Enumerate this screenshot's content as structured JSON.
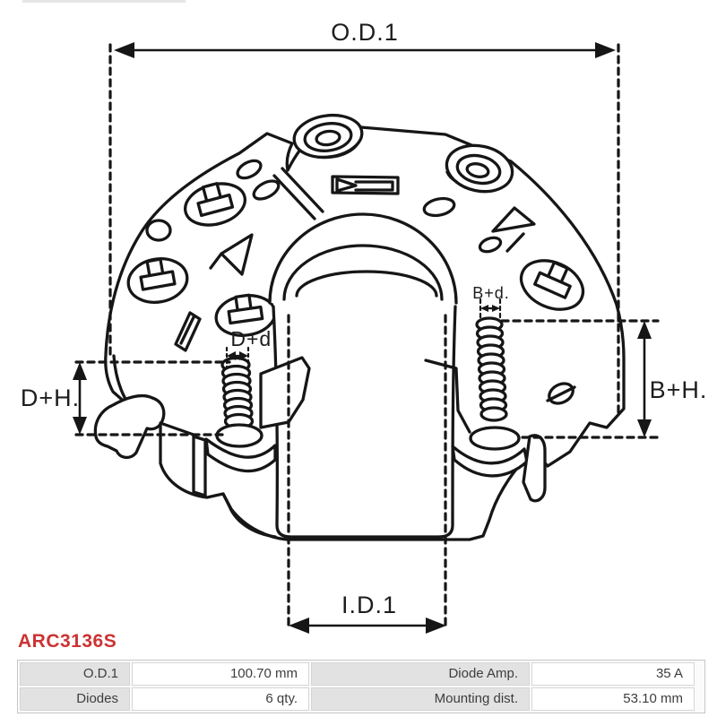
{
  "part_number": "ARC3136S",
  "annotations": {
    "od1": "O.D.1",
    "id1": "I.D.1",
    "dh": "D+H.",
    "bh": "B+H.",
    "dd": "D+d.",
    "bd": "B+d."
  },
  "spec_table": {
    "rows": [
      [
        "O.D.1",
        "100.70 mm",
        "Diode Amp.",
        "35 A"
      ],
      [
        "Diodes",
        "6 qty.",
        "Mounting dist.",
        "53.10 mm"
      ]
    ]
  },
  "colors": {
    "line": "#161616",
    "accent_red": "#cc3333",
    "table_label_bg": "#e2e2e2",
    "table_border": "#c6c6c6",
    "table_text": "#3d3d3d"
  }
}
